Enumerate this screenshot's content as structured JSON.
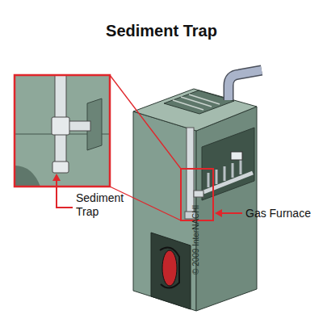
{
  "diagram": {
    "title": "Sediment Trap",
    "labels": [
      "Sediment Trap",
      "Gas Furnace",
      "© 2009 InterNACHI"
    ]
  }
}
